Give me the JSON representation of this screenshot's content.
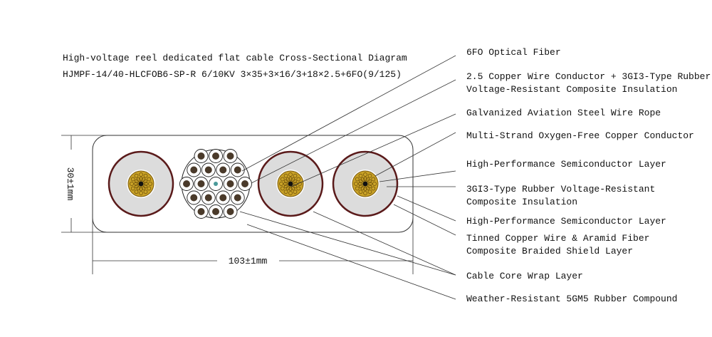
{
  "title": "High-voltage reel dedicated flat cable Cross-Sectional Diagram",
  "model": "HJMPF-14/40-HLCFOB6-SP-R 6/10KV 3×35+3×16/3+18×2.5+6FO(9/125)",
  "dimensions": {
    "height": "30±1mm",
    "width": "103±1mm"
  },
  "labels": [
    {
      "lines": [
        "6FO Optical Fiber"
      ]
    },
    {
      "lines": [
        "2.5 Copper Wire Conductor + 3GI3-Type Rubber",
        "Voltage-Resistant Composite Insulation"
      ]
    },
    {
      "lines": [
        "Galvanized Aviation Steel Wire Rope"
      ]
    },
    {
      "lines": [
        "Multi-Strand Oxygen-Free Copper Conductor"
      ]
    },
    {
      "lines": [
        "High-Performance Semiconductor Layer"
      ]
    },
    {
      "lines": [
        "3GI3-Type Rubber Voltage-Resistant",
        "Composite Insulation"
      ]
    },
    {
      "lines": [
        "High-Performance Semiconductor Layer"
      ]
    },
    {
      "lines": [
        "Tinned Copper Wire & Aramid Fiber",
        "Composite Braided Shield Layer"
      ]
    },
    {
      "lines": [
        "Cable Core Wrap Layer"
      ]
    },
    {
      "lines": [
        "Weather-Resistant 5GM5 Rubber Compound"
      ]
    }
  ],
  "colors": {
    "conductor": "#c9a227",
    "semiconductor": "#5a1a1a",
    "insulation": "#dcdcdc",
    "strand": "#4a3a2a"
  }
}
